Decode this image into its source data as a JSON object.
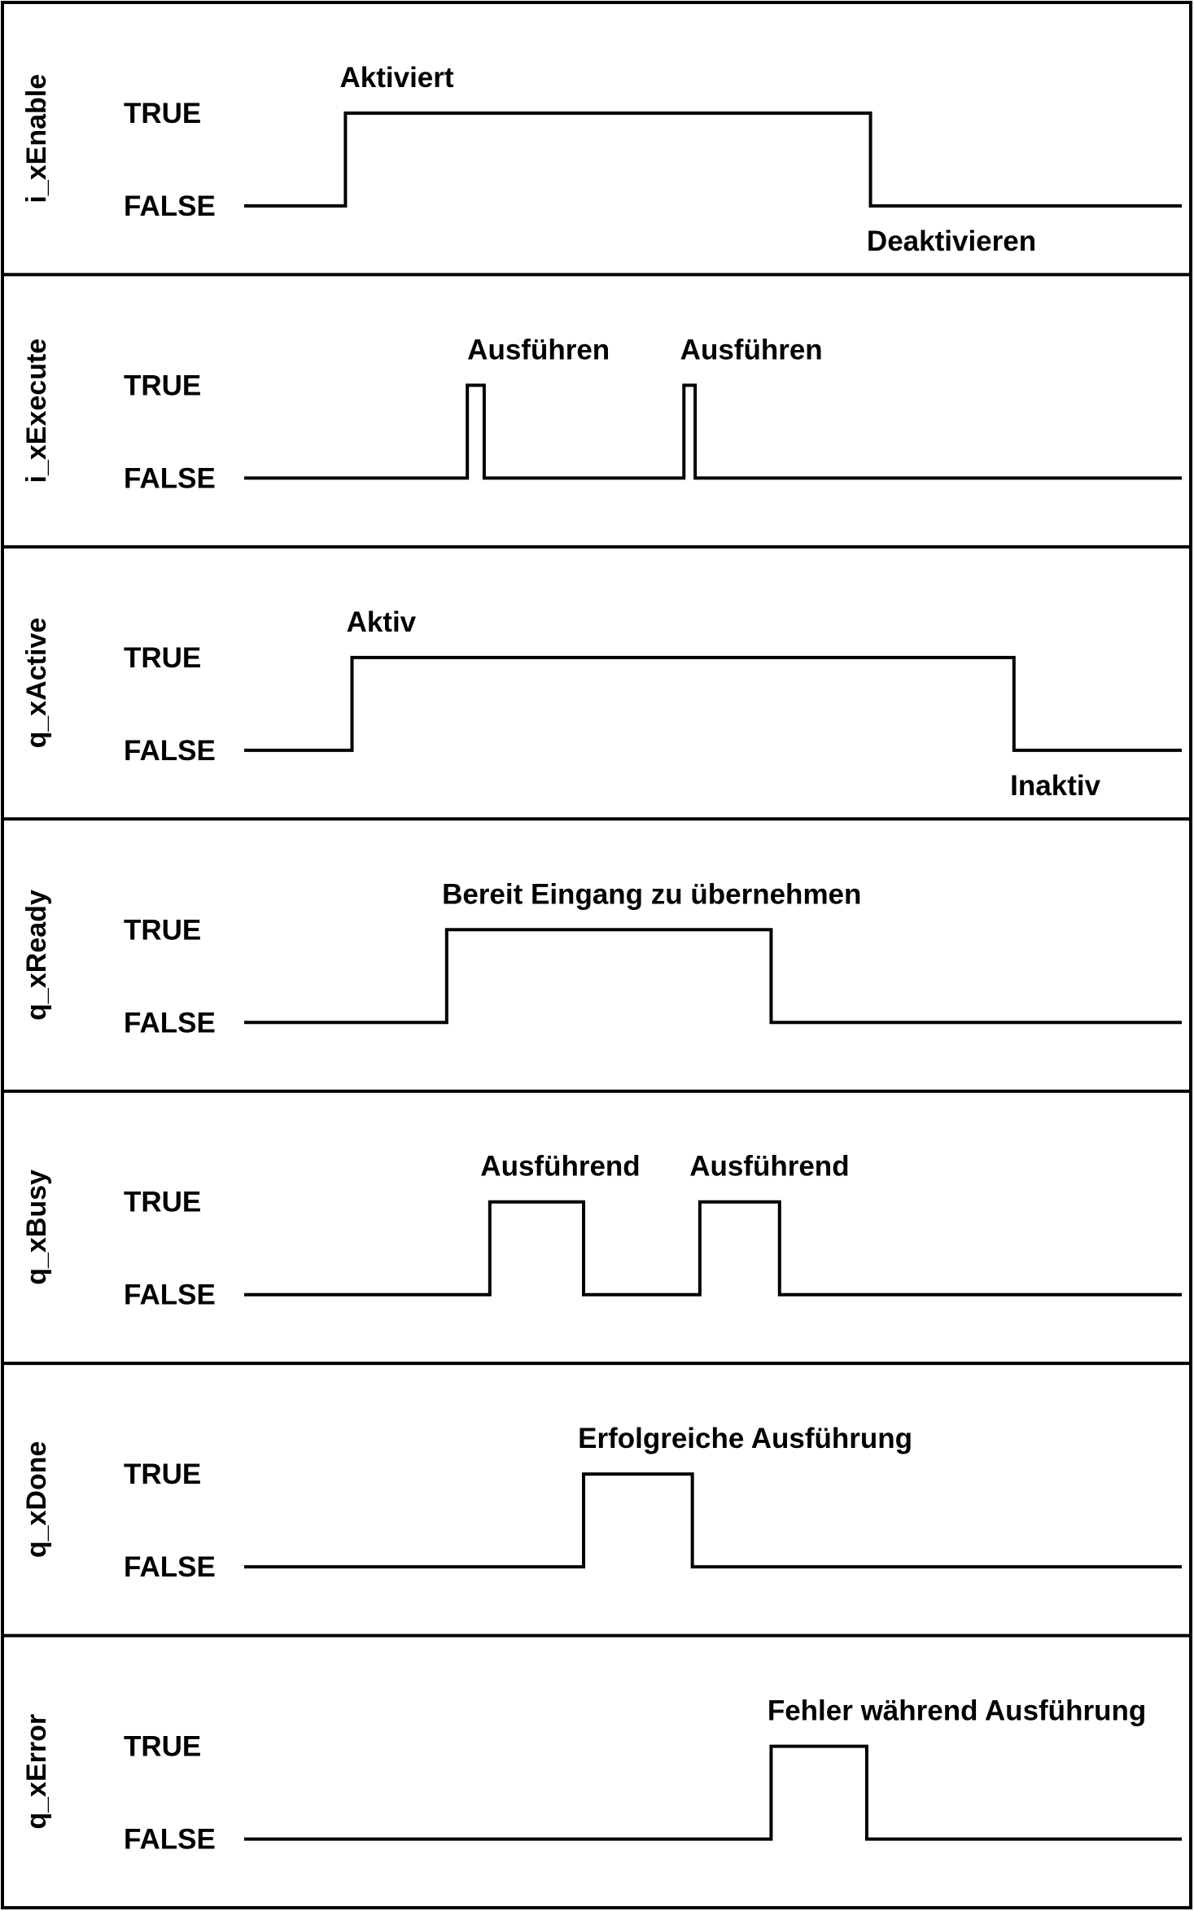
{
  "levels": {
    "true_label": "TRUE",
    "false_label": "FALSE"
  },
  "signals": [
    {
      "name": "i_xEnable",
      "edges": [
        0.108,
        0.668
      ],
      "labels": [
        {
          "text": "Aktiviert",
          "at": 0.102,
          "level": "high"
        },
        {
          "text": "Deaktivieren",
          "at": 0.664,
          "level": "low"
        }
      ]
    },
    {
      "name": "i_xExecute",
      "edges": [
        0.238,
        0.256,
        0.469,
        0.481
      ],
      "labels": [
        {
          "text": "Ausführen",
          "at": 0.238,
          "level": "high"
        },
        {
          "text": "Ausführen",
          "at": 0.465,
          "level": "high"
        }
      ]
    },
    {
      "name": "q_xActive",
      "edges": [
        0.115,
        0.821
      ],
      "labels": [
        {
          "text": "Aktiv",
          "at": 0.109,
          "level": "high"
        },
        {
          "text": "Inaktiv",
          "at": 0.817,
          "level": "low"
        }
      ]
    },
    {
      "name": "q_xReady",
      "edges": [
        0.216,
        0.562
      ],
      "labels": [
        {
          "text": "Bereit Eingang zu übernehmen",
          "at": 0.211,
          "level": "high"
        }
      ]
    },
    {
      "name": "q_xBusy",
      "edges": [
        0.262,
        0.362,
        0.486,
        0.571
      ],
      "labels": [
        {
          "text": "Ausführend",
          "at": 0.252,
          "level": "high"
        },
        {
          "text": "Ausführend",
          "at": 0.475,
          "level": "high"
        }
      ]
    },
    {
      "name": "q_xDone",
      "edges": [
        0.362,
        0.478
      ],
      "labels": [
        {
          "text": "Erfolgreiche Ausführung",
          "at": 0.356,
          "level": "high"
        }
      ]
    },
    {
      "name": "q_xError",
      "edges": [
        0.562,
        0.664
      ],
      "labels": [
        {
          "text": "Fehler während Ausführung",
          "at": 0.558,
          "level": "high"
        }
      ]
    }
  ]
}
